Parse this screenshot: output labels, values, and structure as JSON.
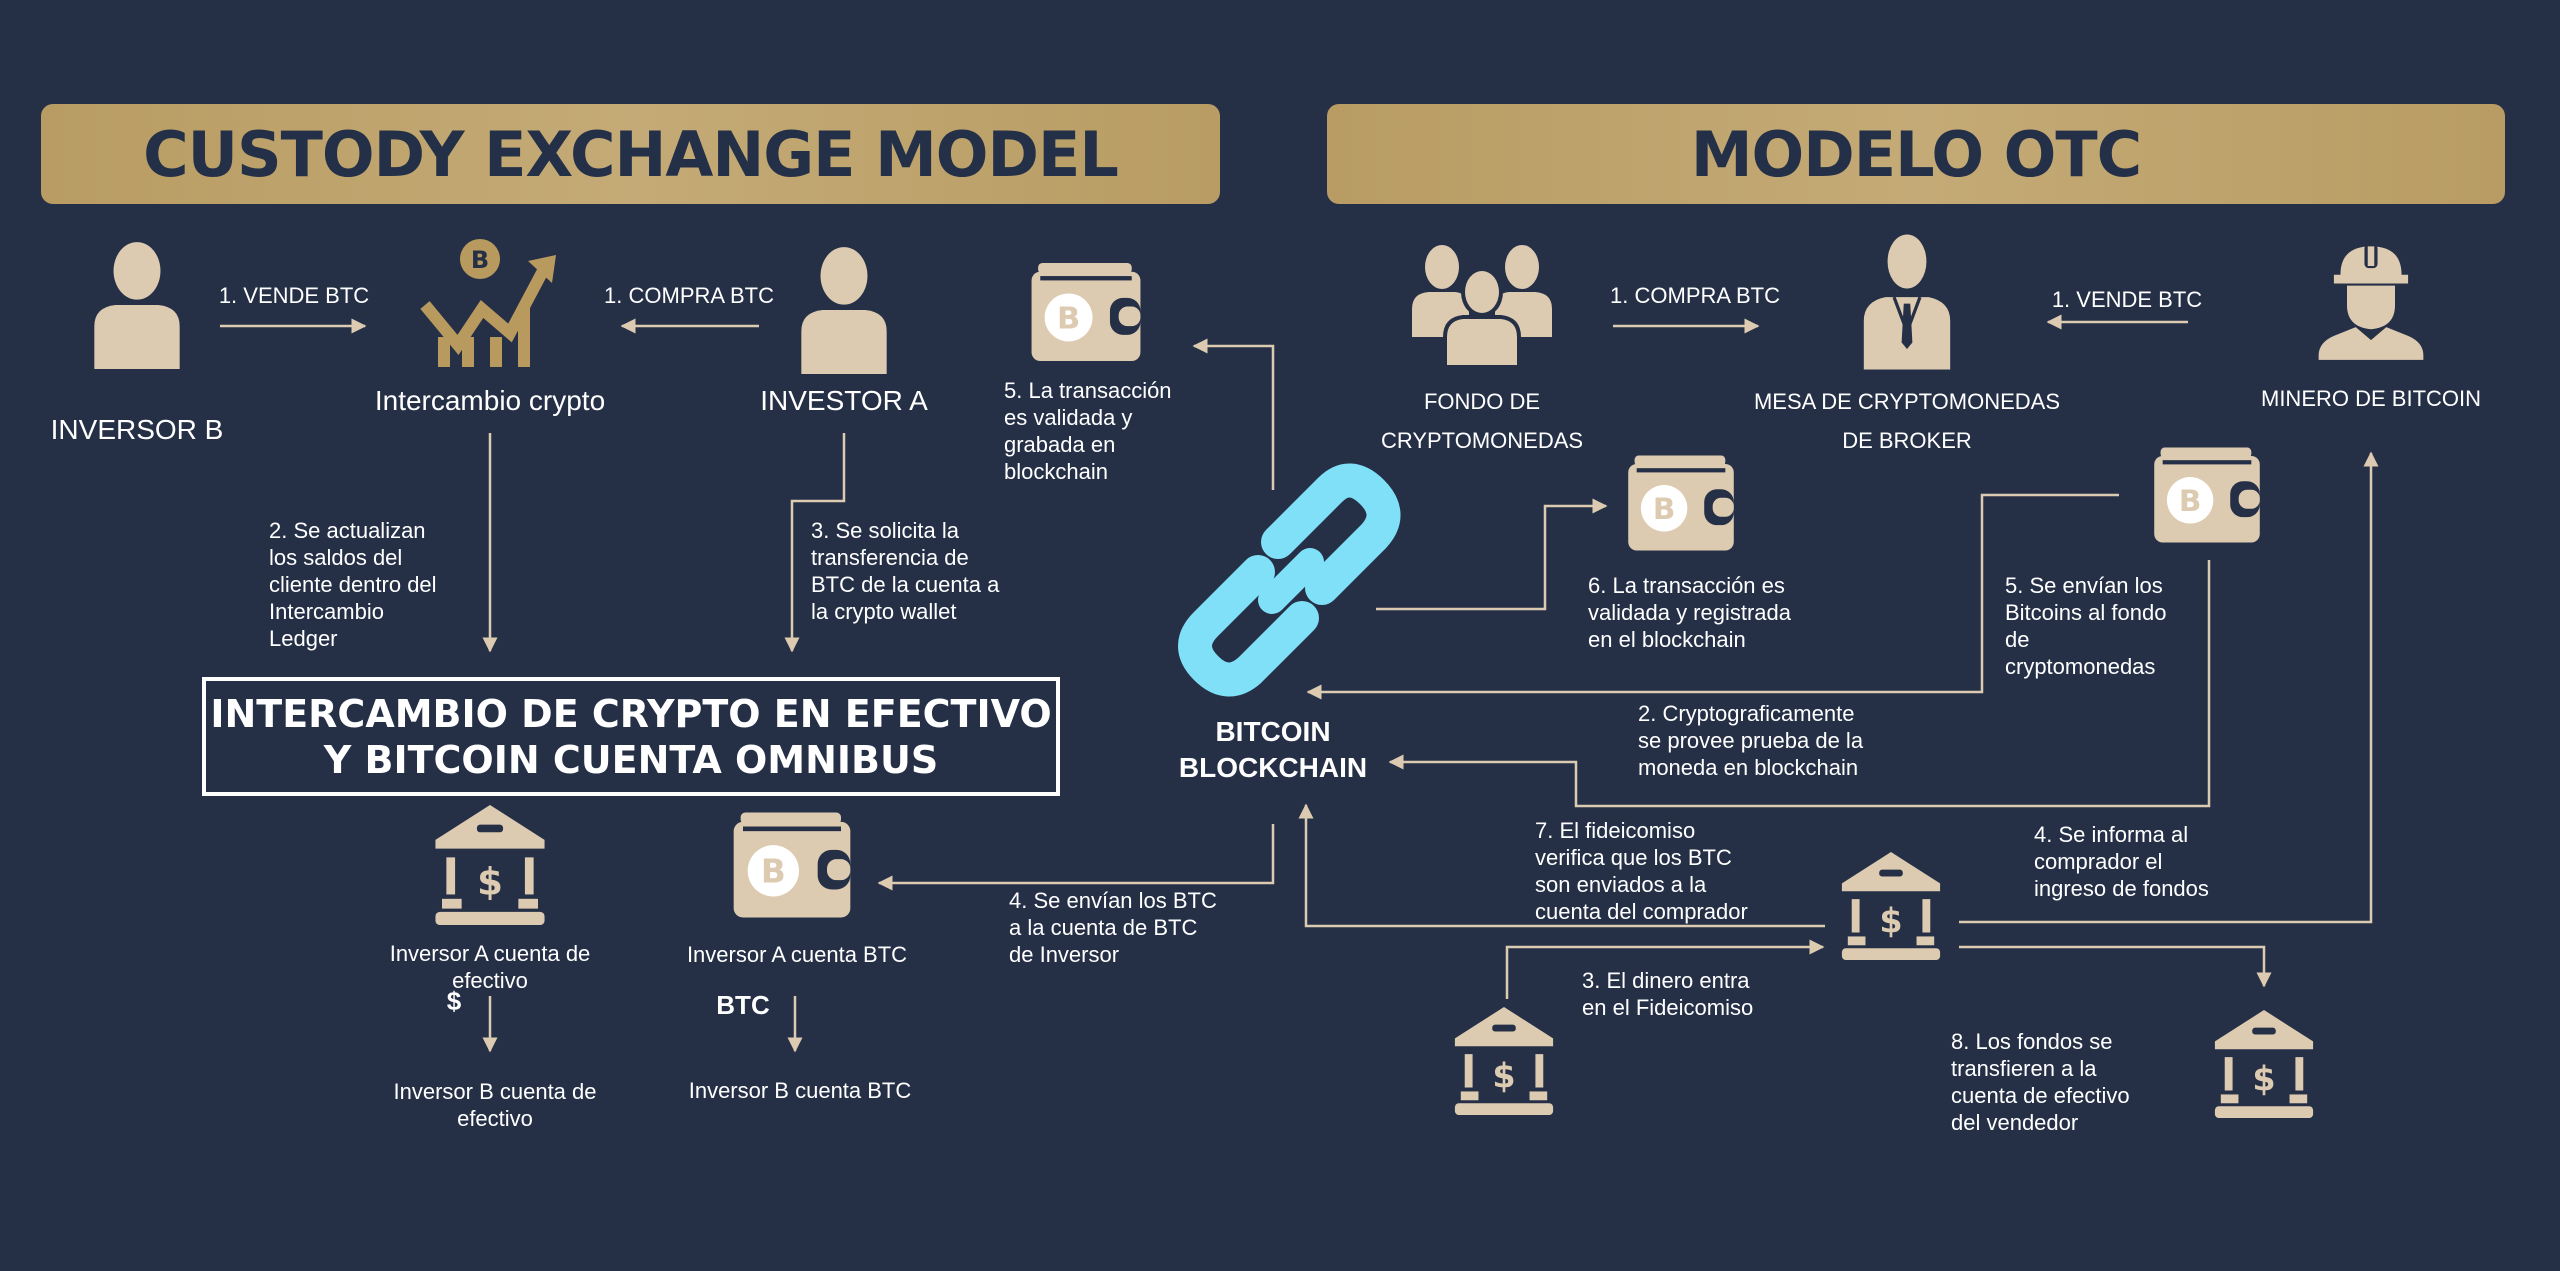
{
  "colors": {
    "background": "#253047",
    "header_gold": "#bfa46e",
    "icon_beige": "#ddcbb1",
    "icon_gold": "#b99a5e",
    "chain_blue": "#7fe0f8",
    "line": "#ddcbb1"
  },
  "left": {
    "title": "CUSTODY EXCHANGE MODEL",
    "inversor_b": "INVERSOR B",
    "exchange": "Intercambio crypto",
    "investor_a": "INVESTOR A",
    "step1_sell": "1. VENDE BTC",
    "step1_buy": "1. COMPRA BTC",
    "step2": "2. Se actualizan\nlos saldos del\ncliente dentro del\nIntercambio\nLedger",
    "step3": "3.  Se solicita la\ntransferencia  de\nBTC de la cuenta a\nla crypto wallet",
    "omnibus_line1": "INTERCAMBIO DE CRYPTO EN EFECTIVO",
    "omnibus_line2": "Y BITCOIN CUENTA OMNIBUS",
    "cash_a": "Inversor A cuenta de\nefectivo",
    "cash_symbol": "$",
    "btc_a": "Inversor A cuenta BTC",
    "btc_symbol": "BTC",
    "cash_b": "Inversor B cuenta de\nefectivo",
    "btc_b": "Inversor B cuenta BTC",
    "step4": "4. Se envían los BTC\na la cuenta de BTC\nde Inversor",
    "step5": "5. La transacción\nes validada y\ngrabada en\nblockchain"
  },
  "center": {
    "line1": "BITCOIN",
    "line2": "BLOCKCHAIN"
  },
  "right": {
    "title": "MODELO OTC",
    "fund": "FONDO DE\nCRYPTOMONEDAS",
    "desk": "MESA DE CRYPTOMONEDAS\nDE BROKER",
    "miner": "MINERO DE BITCOIN",
    "step1_buy": "1. COMPRA BTC",
    "step1_sell": "1. VENDE BTC",
    "step2": "2. Cryptograficamente\nse provee prueba de la\nmoneda en blockchain",
    "step3": "3. El dinero entra\nen el Fideicomiso",
    "step4": "4. Se informa al\ncomprador el\ningreso de fondos",
    "step5": "5. Se envían los\nBitcoins al fondo\nde\ncryptomonedas",
    "step6": "6. La transacción es\nvalidada y registrada\nen el blockchain",
    "step7": "7. El fideicomiso\nverifica que los BTC\nson enviados a la\ncuenta del comprador",
    "step8": "8. Los fondos se\ntransfieren a la\ncuenta de efectivo\ndel vendedor"
  }
}
